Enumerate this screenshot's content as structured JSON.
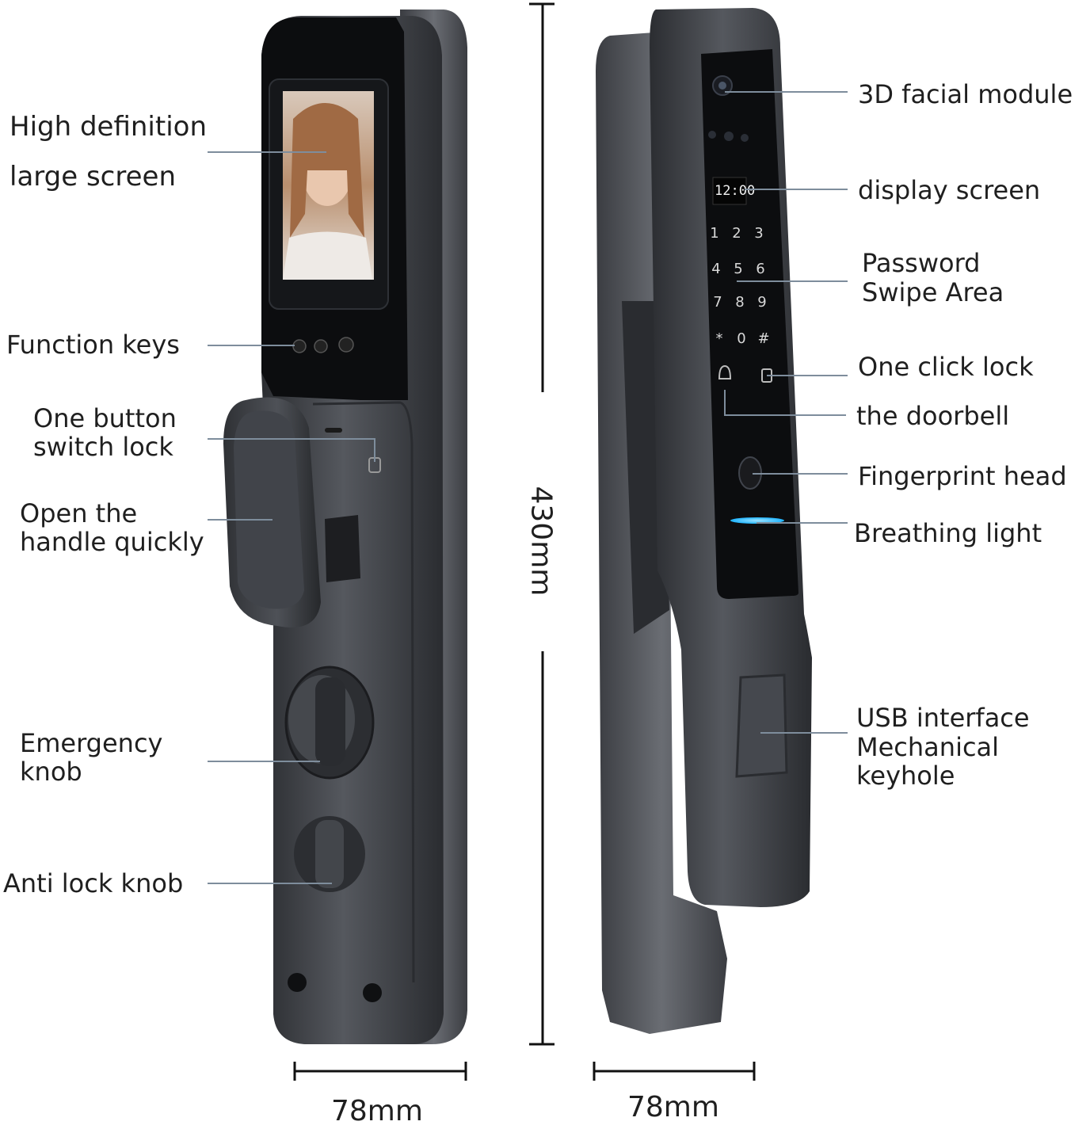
{
  "left_labels": {
    "screen_l1": "High definition",
    "screen_l2": "large screen",
    "function_keys": "Function keys",
    "switch_l1": "One button",
    "switch_l2": "switch lock",
    "handle_l1": "Open the",
    "handle_l2": "handle quickly",
    "emergency_l1": "Emergency",
    "emergency_l2": "knob",
    "anti_lock": "Anti lock knob"
  },
  "right_labels": {
    "facial": "3D facial module",
    "display": "display screen",
    "password_l1": "Password",
    "password_l2": "Swipe Area",
    "one_click": "One click lock",
    "doorbell": "the doorbell",
    "fingerprint": "Fingerprint head",
    "breathing": "Breathing light",
    "usb_l1": "USB interface",
    "usb_l2": "Mechanical",
    "usb_l3": "keyhole"
  },
  "dimensions": {
    "height": "430mm",
    "width_left": "78mm",
    "width_right": "78mm"
  },
  "device": {
    "clock": "12:00",
    "keypad": [
      "1",
      "2",
      "3",
      "4",
      "5",
      "6",
      "7",
      "8",
      "9",
      "*",
      "0",
      "#"
    ]
  },
  "colors": {
    "body": "#4a4d52",
    "panel": "#0c0d0f",
    "breathing_light": "#1fb4ff",
    "leader": "#7e8d9c"
  }
}
